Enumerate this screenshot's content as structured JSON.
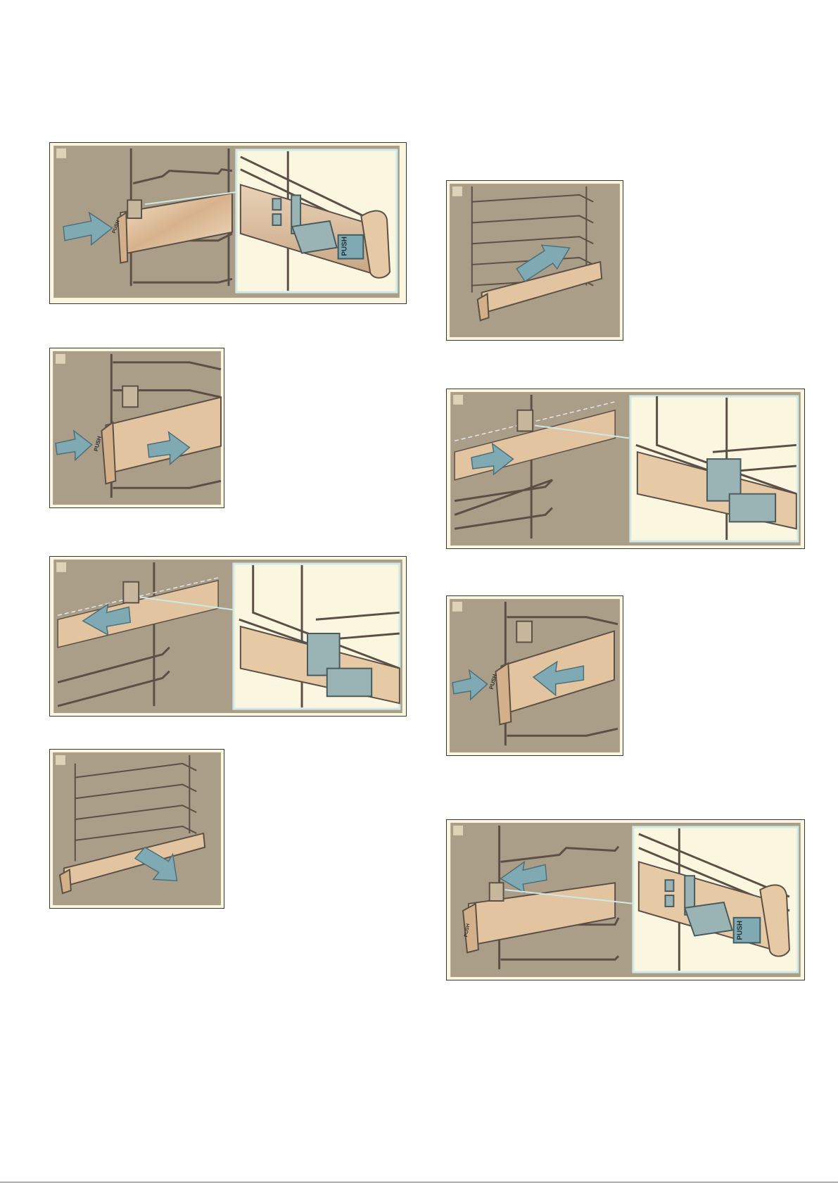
{
  "figures": {
    "fig1": {
      "step": "",
      "push_label": "PUSH",
      "zoom_push_label": "PUSH"
    },
    "fig2": {
      "step": "",
      "push_label": "PUSH"
    },
    "fig3": {
      "step": ""
    },
    "fig4": {
      "step": ""
    },
    "fig5": {
      "step": ""
    },
    "fig6": {
      "step": ""
    },
    "fig7": {
      "step": "",
      "push_label": "PUSH"
    },
    "fig8": {
      "step": "",
      "push_label": "PUSH",
      "zoom_push_label": "PUSH"
    }
  },
  "footer": {
    "text": ""
  },
  "colors": {
    "panel_bg": "#aa9e88",
    "zoom_bg": "#fbf6df",
    "arrow": "#7fa9b3",
    "rail": "#e6c9a5",
    "wire": "#6a5d50",
    "clip": "#9ab4b6"
  }
}
